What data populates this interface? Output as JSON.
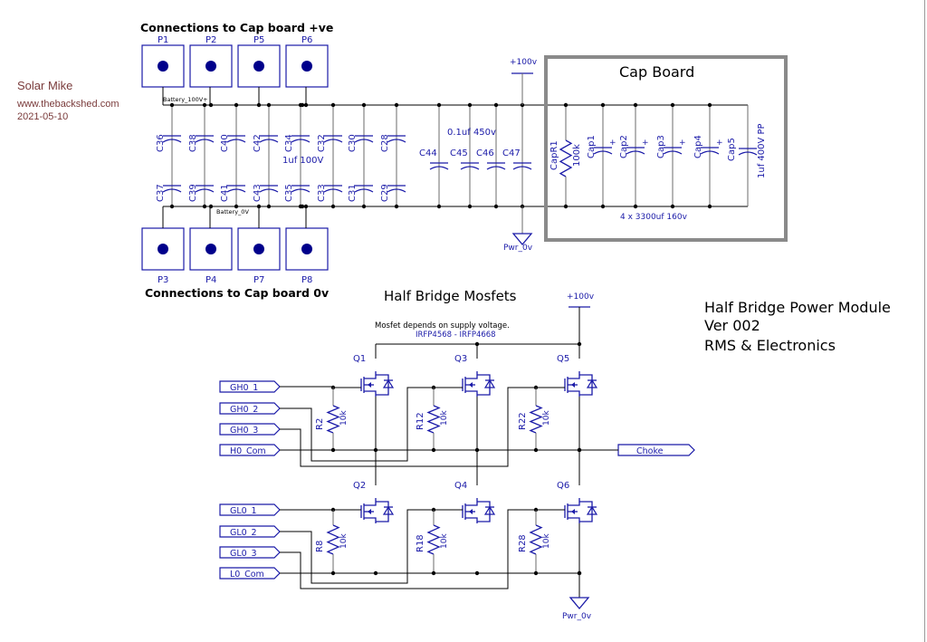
{
  "author": {
    "name": "Solar Mike",
    "site": "www.thebackshed.com",
    "date": "2021-05-10"
  },
  "colors": {
    "symbol": "#1a1aa8",
    "wire": "#000000",
    "author_text": "#7a3b3b",
    "cap_board_frame": "#8a8a8a"
  },
  "top_section": {
    "pos_title": "Connections to Cap board +ve",
    "neg_title": "Connections to Cap board 0v",
    "pos_pads": [
      "P1",
      "P2",
      "P5",
      "P6"
    ],
    "neg_pads": [
      "P3",
      "P4",
      "P7",
      "P8"
    ],
    "net_pos": "Battery_100V+",
    "net_neg": "Battery_0V",
    "caps_top": [
      "C36",
      "C38",
      "C40",
      "C42",
      "C34",
      "C32",
      "C30",
      "C28"
    ],
    "caps_bottom": [
      "C37",
      "C39",
      "C41",
      "C43",
      "C35",
      "C33",
      "C31",
      "C29"
    ],
    "cap_array_value": "1uf  100V",
    "film_caps": [
      "C44",
      "C45",
      "C46",
      "C47"
    ],
    "film_cap_value": "0.1uf  450v",
    "supply_label": "+100v",
    "ground_label": "Pwr_0v"
  },
  "cap_board": {
    "title": "Cap Board",
    "resistor": {
      "ref": "CapR1",
      "value": "100k"
    },
    "electrolytics": [
      "Cap1",
      "Cap2",
      "Cap3",
      "Cap4"
    ],
    "electrolytic_value": "4 x 3300uf 160v",
    "film_cap": {
      "ref": "Cap5",
      "value": "1uf 400V PP"
    },
    "plus_sign": "+"
  },
  "half_bridge": {
    "title": "Half Bridge Mosfets",
    "note": "Mosfet depends on supply voltage.",
    "part_numbers": "IRFP4568 - IRFP4668",
    "supply_label": "+100v",
    "ground_label": "Pwr_0v",
    "high_side_ports": [
      "GH0_1",
      "GH0_2",
      "GH0_3",
      "H0_Com"
    ],
    "low_side_ports": [
      "GL0_1",
      "GL0_2",
      "GL0_3",
      "L0_Com"
    ],
    "output_port": "Choke",
    "high_side_mosfets": [
      "Q1",
      "Q3",
      "Q5"
    ],
    "low_side_mosfets": [
      "Q2",
      "Q4",
      "Q6"
    ],
    "high_side_resistors": [
      {
        "ref": "R2",
        "value": "10k"
      },
      {
        "ref": "R12",
        "value": "10k"
      },
      {
        "ref": "R22",
        "value": "10k"
      }
    ],
    "low_side_resistors": [
      {
        "ref": "R8",
        "value": "10k"
      },
      {
        "ref": "R18",
        "value": "10k"
      },
      {
        "ref": "R28",
        "value": "10k"
      }
    ]
  },
  "title_block": {
    "line1": "Half Bridge Power Module",
    "line2": "Ver 002",
    "line3": "RMS & Electronics"
  }
}
